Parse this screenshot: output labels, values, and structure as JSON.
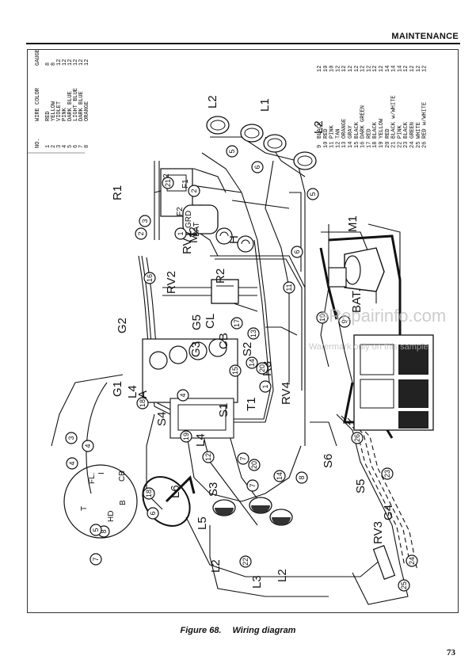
{
  "header": {
    "title": "MAINTENANCE"
  },
  "caption": {
    "figure": "Figure 68.",
    "title": "Wiring diagram"
  },
  "page_number": "73",
  "watermark": {
    "main": "eRepairinfo.com",
    "sub": "Watermark only on this sample"
  },
  "wire_table": {
    "headers": {
      "no": "NO.",
      "color": "WIRE COLOR",
      "gauge": "GAUGE"
    },
    "left": [
      {
        "no": "1",
        "color": "RED",
        "gauge": "8"
      },
      {
        "no": "2",
        "color": "YELLOW",
        "gauge": "8"
      },
      {
        "no": "3",
        "color": "VIOLET",
        "gauge": "12"
      },
      {
        "no": "4",
        "color": "PINK",
        "gauge": "12"
      },
      {
        "no": "5",
        "color": "DARK BLUE",
        "gauge": "12"
      },
      {
        "no": "6",
        "color": "LIGHT BLUE",
        "gauge": "12"
      },
      {
        "no": "7",
        "color": "DARK BLUE",
        "gauge": "12"
      },
      {
        "no": "8",
        "color": "ORANGE",
        "gauge": "12"
      }
    ],
    "right": [
      {
        "no": "9",
        "color": "BLACK",
        "gauge": "12"
      },
      {
        "no": "10",
        "color": "RED",
        "gauge": "10"
      },
      {
        "no": "11",
        "color": "PINK",
        "gauge": "10"
      },
      {
        "no": "12",
        "color": "TAN",
        "gauge": "12"
      },
      {
        "no": "13",
        "color": "ORANGE",
        "gauge": "12"
      },
      {
        "no": "14",
        "color": "GRAY",
        "gauge": "12"
      },
      {
        "no": "15",
        "color": "BLACK",
        "gauge": "12"
      },
      {
        "no": "16",
        "color": "DARK GREEN",
        "gauge": "12"
      },
      {
        "no": "17",
        "color": "RED",
        "gauge": "12"
      },
      {
        "no": "18",
        "color": "BLACK",
        "gauge": "12"
      },
      {
        "no": "19",
        "color": "YELLOW",
        "gauge": "12"
      },
      {
        "no": "20",
        "color": "RED",
        "gauge": "14"
      },
      {
        "no": "21",
        "color": "BLACK w/WHITE",
        "gauge": "14"
      },
      {
        "no": "22",
        "color": "PINK",
        "gauge": "14"
      },
      {
        "no": "23",
        "color": "BLACK",
        "gauge": "12"
      },
      {
        "no": "24",
        "color": "GREEN",
        "gauge": "12"
      },
      {
        "no": "25",
        "color": "WHITE",
        "gauge": "12"
      },
      {
        "no": "26",
        "color": "RED w/WHITE",
        "gauge": "12"
      }
    ]
  },
  "components": {
    "R1": "R1",
    "M1": "M1",
    "M2": "M2",
    "RV1": "RV1",
    "RV2": "RV2",
    "RV3": "RV3",
    "RV4": "RV4",
    "R2": "R2",
    "R3": "R3",
    "H": "H",
    "L1": "L1",
    "L2a": "L2",
    "L2b": "L2",
    "L2c": "L2",
    "L2d": "L2",
    "L3": "L3",
    "L4a": "L4",
    "L4b": "L4",
    "L5": "L5",
    "L6": "L6",
    "G1": "G1",
    "G2": "G2",
    "G3": "G3",
    "G4": "G4",
    "G5": "G5",
    "CL": "CL",
    "CB": "CB",
    "S1": "S1",
    "S2": "S2",
    "S3": "S3",
    "S4": "S4",
    "S5": "S5",
    "S6": "S6",
    "T1": "T1",
    "A": "A",
    "BAT": "BAT.",
    "FL": "FL.",
    "I": "I",
    "B": "B",
    "T": "T",
    "HD": "HD",
    "CBs": "CB",
    "F1": "F1",
    "F2a": "F2",
    "F2b": "F2",
    "GRD": "GRD",
    "BATs": "BAT"
  },
  "wire_callouts": [
    "21",
    "2",
    "1",
    "3",
    "2",
    "16",
    "5",
    "6",
    "5",
    "6",
    "11",
    "17",
    "10",
    "9",
    "13",
    "14",
    "15",
    "20",
    "1",
    "4",
    "18",
    "19",
    "12",
    "7",
    "8",
    "14",
    "20",
    "7",
    "22",
    "6",
    "18",
    "8",
    "5",
    "3",
    "4",
    "4",
    "7",
    "24",
    "25",
    "23",
    "26"
  ]
}
